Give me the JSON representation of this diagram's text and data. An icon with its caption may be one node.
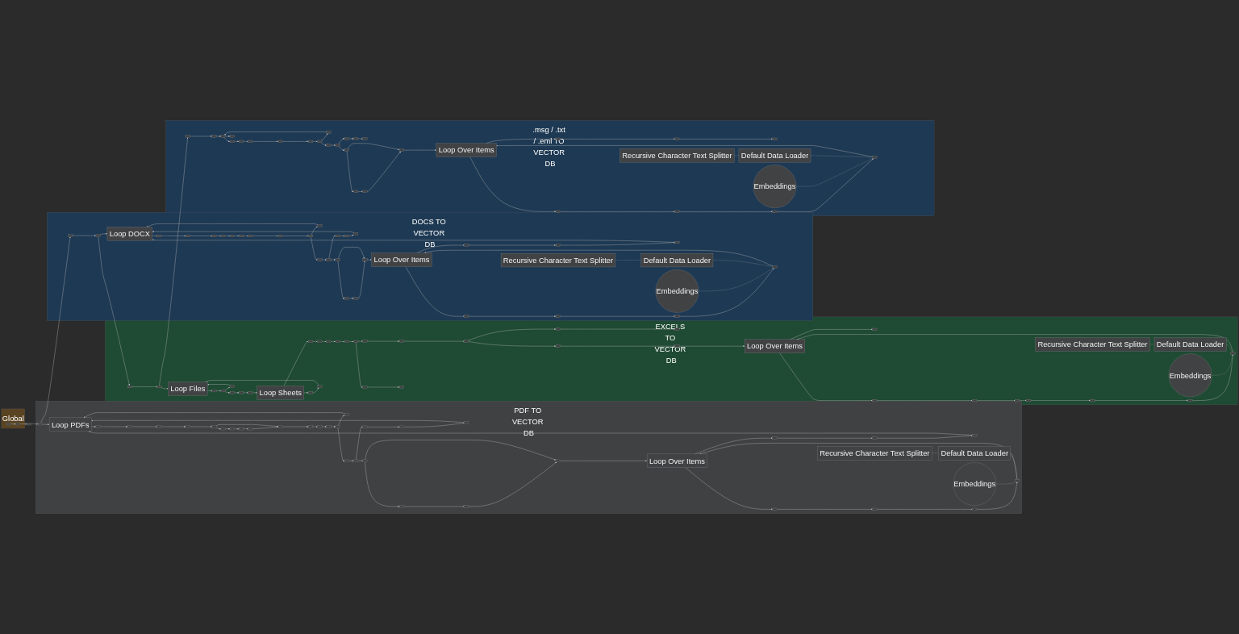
{
  "diagram": {
    "nodes": [
      {
        "text": [
          "Global"
        ]
      },
      {
        "text": [],
        "shape": "box",
        "in": 0
      },
      {
        "text": [],
        "shape": "box",
        "in": 0
      },
      {
        "text": [],
        "shape": "box"
      },
      {
        "text": [
          "PDF TO VECTOR DB"
        ]
      },
      {
        "text": [],
        "shape": "box",
        "in": 4
      },
      {
        "text": [
          "Loop PDFs"
        ],
        "in": 4
      },
      {
        "text": [],
        "shape": "box",
        "in": 4
      },
      {
        "text": [],
        "shape": "box",
        "in": 4
      },
      {
        "text": [],
        "shape": "box",
        "in": 4
      },
      {
        "text": [],
        "shape": "box",
        "in": 4
      },
      {
        "text": [],
        "shape": "box",
        "in": 4
      },
      {
        "text": [],
        "shape": "box",
        "in": 4
      },
      {
        "text": [],
        "shape": "box",
        "in": 4
      },
      {
        "text": [],
        "shape": "box",
        "in": 4
      },
      {
        "text": [],
        "shape": "box",
        "in": 4
      },
      {
        "text": [],
        "shape": "box",
        "in": 4
      },
      {
        "text": [],
        "shape": "box",
        "in": 4
      },
      {
        "text": [],
        "shape": "box",
        "in": 4
      },
      {
        "text": [],
        "shape": "box",
        "in": 4
      },
      {
        "text": [],
        "shape": "box",
        "in": 4
      },
      {
        "text": [],
        "shape": "box",
        "in": 4
      },
      {
        "text": [],
        "shape": "box",
        "in": 4
      },
      {
        "text": [],
        "shape": "box",
        "in": 4
      },
      {
        "text": [],
        "shape": "box",
        "in": 4
      },
      {
        "text": [],
        "shape": "box",
        "in": 4
      },
      {
        "text": [],
        "shape": "box",
        "in": 4
      },
      {
        "text": [],
        "shape": "box",
        "in": 4
      },
      {
        "text": [],
        "shape": "box",
        "in": 4
      },
      {
        "text": [],
        "shape": "box",
        "in": 4
      },
      {
        "text": [],
        "shape": "box",
        "in": 4
      },
      {
        "text": [
          "Loop Over Items"
        ],
        "in": 4
      },
      {
        "text": [],
        "shape": "box",
        "in": 4
      },
      {
        "text": [],
        "shape": "box",
        "in": 4
      },
      {
        "text": [],
        "shape": "box",
        "in": 4
      },
      {
        "text": [],
        "shape": "box",
        "in": 4
      },
      {
        "text": [],
        "shape": "box",
        "in": 4
      },
      {
        "text": [],
        "shape": "box",
        "in": 4
      },
      {
        "text": [],
        "shape": "box",
        "in": 4
      },
      {
        "text": [
          "Embeddings"
        ],
        "in": 4
      },
      {
        "text": [
          "Default Data Loader"
        ],
        "in": 4
      },
      {
        "text": [
          "Recursive Character Text Splitter"
        ],
        "in": 4
      },
      {
        "text": [
          "DOCS TO VECTOR DB"
        ]
      },
      {
        "text": [],
        "shape": "box",
        "in": 42
      },
      {
        "text": [],
        "shape": "box",
        "in": 42
      },
      {
        "text": [
          "Loop DOCX"
        ],
        "in": 42
      },
      {
        "text": [],
        "shape": "box",
        "in": 42
      },
      {
        "text": [],
        "shape": "box",
        "in": 42
      },
      {
        "text": [],
        "shape": "box",
        "in": 42
      },
      {
        "text": [],
        "shape": "box",
        "in": 42
      },
      {
        "text": [],
        "shape": "box",
        "in": 42
      },
      {
        "text": [],
        "shape": "box",
        "in": 42
      },
      {
        "text": [],
        "shape": "box",
        "in": 42
      },
      {
        "text": [],
        "shape": "box",
        "in": 42
      },
      {
        "text": [],
        "shape": "box",
        "in": 42
      },
      {
        "text": [],
        "shape": "box",
        "in": 42
      },
      {
        "text": [],
        "shape": "box",
        "in": 42
      },
      {
        "text": [],
        "shape": "box",
        "in": 42
      },
      {
        "text": [],
        "shape": "box",
        "in": 42
      },
      {
        "text": [],
        "shape": "box",
        "in": 42
      },
      {
        "text": [],
        "shape": "box",
        "in": 42
      },
      {
        "text": [],
        "shape": "box",
        "in": 42
      },
      {
        "text": [],
        "shape": "box",
        "in": 42
      },
      {
        "text": [],
        "shape": "box",
        "in": 42
      },
      {
        "text": [],
        "shape": "box",
        "in": 42
      },
      {
        "text": [
          "Loop Over Items"
        ],
        "in": 42
      },
      {
        "text": [],
        "shape": "box",
        "in": 42
      },
      {
        "text": [],
        "shape": "box",
        "in": 42
      },
      {
        "text": [],
        "shape": "box",
        "in": 42
      },
      {
        "text": [],
        "shape": "box",
        "in": 42
      },
      {
        "text": [],
        "shape": "box",
        "in": 42
      },
      {
        "text": [],
        "shape": "box",
        "in": 42
      },
      {
        "text": [],
        "shape": "box",
        "in": 42
      },
      {
        "text": [
          "Embeddings"
        ],
        "in": 42
      },
      {
        "text": [
          "Default Data Loader"
        ],
        "in": 42
      },
      {
        "text": [
          "Recursive Character Text Splitter"
        ],
        "in": 42
      },
      {
        "text": [
          "EXCELS TO VECTOR DB"
        ]
      },
      {
        "text": [],
        "shape": "box",
        "in": 76
      },
      {
        "text": [],
        "shape": "box",
        "in": 76
      },
      {
        "text": [
          "Loop Files"
        ],
        "in": 76
      },
      {
        "text": [],
        "shape": "box",
        "in": 76
      },
      {
        "text": [],
        "shape": "box",
        "in": 76
      },
      {
        "text": [],
        "shape": "box",
        "in": 76
      },
      {
        "text": [],
        "shape": "box",
        "in": 76
      },
      {
        "text": [],
        "shape": "box",
        "in": 76
      },
      {
        "text": [
          "Loop Sheets"
        ],
        "in": 76
      },
      {
        "text": [],
        "shape": "box",
        "in": 76
      },
      {
        "text": [],
        "shape": "box",
        "in": 76
      },
      {
        "text": [],
        "shape": "box",
        "in": 76
      },
      {
        "text": [],
        "shape": "box",
        "in": 76
      },
      {
        "text": [],
        "shape": "box",
        "in": 76
      },
      {
        "text": [],
        "shape": "box",
        "in": 76
      },
      {
        "text": [],
        "shape": "box",
        "in": 76
      },
      {
        "text": [],
        "shape": "box",
        "in": 76
      },
      {
        "text": [],
        "shape": "box",
        "in": 76
      },
      {
        "text": [],
        "shape": "box",
        "in": 76
      },
      {
        "text": [],
        "shape": "box",
        "in": 76
      },
      {
        "text": [],
        "shape": "box",
        "in": 76
      },
      {
        "text": [],
        "shape": "box",
        "in": 76
      },
      {
        "text": [],
        "shape": "box",
        "in": 76
      },
      {
        "text": [],
        "shape": "box",
        "in": 76
      },
      {
        "text": [
          "Loop Over Items"
        ],
        "in": 76
      },
      {
        "text": [],
        "shape": "box",
        "in": 76
      },
      {
        "text": [],
        "shape": "box",
        "in": 76
      },
      {
        "text": [],
        "shape": "box",
        "in": 76
      },
      {
        "text": [],
        "shape": "box",
        "in": 76
      },
      {
        "text": [],
        "shape": "box",
        "in": 76
      },
      {
        "text": [],
        "shape": "box",
        "in": 76
      },
      {
        "text": [],
        "shape": "box",
        "in": 76
      },
      {
        "text": [],
        "shape": "box",
        "in": 76
      },
      {
        "text": [
          "Embeddings"
        ],
        "in": 76
      },
      {
        "text": [
          "Default Data Loader"
        ],
        "in": 76
      },
      {
        "text": [
          "Recursive Character Text Splitter"
        ],
        "in": 76
      },
      {
        "text": [],
        "shape": "box",
        "in": 76
      },
      {
        "text": [],
        "shape": "box",
        "in": 76
      },
      {
        "text": [],
        "shape": "box",
        "in": 76
      },
      {
        "text": [
          ".msg / .txt / .eml TO VECTOR DB"
        ]
      },
      {
        "text": [],
        "shape": "box",
        "in": 116
      },
      {
        "text": [],
        "shape": "box",
        "in": 116
      },
      {
        "text": [],
        "shape": "box",
        "in": 116
      },
      {
        "text": [],
        "shape": "box",
        "in": 116
      },
      {
        "text": [],
        "shape": "box",
        "in": 116
      },
      {
        "text": [],
        "shape": "box",
        "in": 116
      },
      {
        "text": [],
        "shape": "box",
        "in": 116
      },
      {
        "text": [],
        "shape": "box",
        "in": 116
      },
      {
        "text": [],
        "shape": "box",
        "in": 116
      },
      {
        "text": [],
        "shape": "box",
        "in": 116
      },
      {
        "text": [],
        "shape": "box",
        "in": 116
      },
      {
        "text": [],
        "shape": "box",
        "in": 116
      },
      {
        "text": [],
        "shape": "box",
        "in": 116
      },
      {
        "text": [],
        "shape": "box",
        "in": 116
      },
      {
        "text": [],
        "shape": "box",
        "in": 116
      },
      {
        "text": [],
        "shape": "box",
        "in": 116
      },
      {
        "text": [],
        "shape": "box",
        "in": 116
      },
      {
        "text": [],
        "shape": "box",
        "in": 116
      },
      {
        "text": [],
        "shape": "box",
        "in": 116
      },
      {
        "text": [
          "Loop Over Items"
        ],
        "in": 116
      },
      {
        "text": [],
        "shape": "box",
        "in": 116
      },
      {
        "text": [],
        "shape": "box",
        "in": 116
      },
      {
        "text": [],
        "shape": "box",
        "in": 116
      },
      {
        "text": [],
        "shape": "box",
        "in": 116
      },
      {
        "text": [],
        "shape": "box",
        "in": 116
      },
      {
        "text": [],
        "shape": "box",
        "in": 116
      },
      {
        "text": [],
        "shape": "box",
        "in": 116
      },
      {
        "text": [
          "Embeddings"
        ],
        "in": 116
      },
      {
        "text": [
          "Default Data Loader"
        ],
        "in": 116
      },
      {
        "text": [
          "Recursive Character Text Splitter"
        ],
        "in": 116
      },
      {
        "text": [],
        "shape": "box",
        "in": 116
      }
    ],
    "edges": [
      {
        "from": 1,
        "to": 2,
        "arrow": "to"
      },
      {
        "from": 2,
        "to": 3,
        "arrow": "to"
      },
      {
        "from": 3,
        "to": 5,
        "arrow": "to"
      },
      {
        "from": 5,
        "to": 6,
        "arrow": "to"
      },
      {
        "from": 6,
        "to": 7,
        "arrow": "to"
      },
      {
        "from": 7,
        "to": 8,
        "arrow": "to"
      },
      {
        "from": 8,
        "to": 9,
        "arrow": "to"
      },
      {
        "from": 9,
        "to": 10,
        "arrow": "to"
      },
      {
        "from": 10,
        "to": 11,
        "arrow": "to"
      },
      {
        "from": 11,
        "to": 12,
        "arrow": "to"
      },
      {
        "from": 12,
        "to": 13,
        "arrow": "to"
      },
      {
        "from": 13,
        "to": 14,
        "arrow": "to"
      },
      {
        "from": 14,
        "to": 15,
        "arrow": "to"
      },
      {
        "from": 15,
        "to": 16,
        "arrow": "to"
      },
      {
        "from": 11,
        "to": 16,
        "arrow": "to"
      },
      {
        "from": 16,
        "to": 17,
        "arrow": "to"
      },
      {
        "from": 17,
        "to": 18,
        "arrow": "to"
      },
      {
        "from": 18,
        "to": 19,
        "arrow": "to"
      },
      {
        "from": 19,
        "to": 20,
        "arrow": "to"
      },
      {
        "from": 20,
        "to": 21,
        "arrow": "to"
      },
      {
        "from": 20,
        "to": 22,
        "arrow": "to"
      },
      {
        "from": 22,
        "to": 23,
        "arrow": "to"
      },
      {
        "from": 23,
        "to": 24,
        "arrow": "to"
      },
      {
        "from": 24,
        "to": 25,
        "arrow": "to"
      },
      {
        "from": 25,
        "to": 26,
        "arrow": "to"
      },
      {
        "from": 23,
        "to": 27,
        "arrow": "to"
      },
      {
        "from": 27,
        "to": 28,
        "arrow": "to"
      },
      {
        "from": 28,
        "to": 29,
        "arrow": "to"
      },
      {
        "from": 29,
        "to": 30,
        "arrow": "to"
      },
      {
        "from": 27,
        "to": 30,
        "arrow": "to"
      },
      {
        "from": 30,
        "to": 31,
        "arrow": "to"
      },
      {
        "from": 31,
        "to": 32,
        "arrow": "to"
      },
      {
        "from": 32,
        "to": 33,
        "arrow": "to"
      },
      {
        "from": 33,
        "to": 34,
        "arrow": "to"
      },
      {
        "from": 31,
        "to": 35,
        "arrow": "to"
      },
      {
        "from": 35,
        "to": 36,
        "arrow": "to"
      },
      {
        "from": 36,
        "to": 37,
        "arrow": "to"
      },
      {
        "from": 37,
        "to": 38,
        "arrow": "to"
      },
      {
        "from": 38,
        "to": 31,
        "arrow": "to"
      },
      {
        "from": 39,
        "to": 38,
        "arrow": "none",
        "style": "dashed"
      },
      {
        "from": 40,
        "to": 38,
        "arrow": "none",
        "style": "dashed"
      },
      {
        "from": 41,
        "to": 40,
        "arrow": "none",
        "style": "dashed"
      },
      {
        "from": 21,
        "to": 6,
        "arrow": "to"
      },
      {
        "from": 26,
        "to": 6,
        "arrow": "to"
      },
      {
        "from": 34,
        "to": 6,
        "arrow": "to"
      },
      {
        "from": 5,
        "to": 43,
        "arrow": "to"
      },
      {
        "from": 43,
        "to": 44,
        "arrow": "to"
      },
      {
        "from": 44,
        "to": 45,
        "arrow": "to"
      },
      {
        "from": 45,
        "to": 46,
        "arrow": "to"
      },
      {
        "from": 46,
        "to": 47,
        "arrow": "to"
      },
      {
        "from": 47,
        "to": 48,
        "arrow": "to"
      },
      {
        "from": 48,
        "to": 49,
        "arrow": "to"
      },
      {
        "from": 49,
        "to": 50,
        "arrow": "to"
      },
      {
        "from": 50,
        "to": 51,
        "arrow": "to"
      },
      {
        "from": 51,
        "to": 52,
        "arrow": "to"
      },
      {
        "from": 52,
        "to": 53,
        "arrow": "to"
      },
      {
        "from": 53,
        "to": 54,
        "arrow": "to"
      },
      {
        "from": 54,
        "to": 55,
        "arrow": "to"
      },
      {
        "from": 54,
        "to": 56,
        "arrow": "to"
      },
      {
        "from": 56,
        "to": 57,
        "arrow": "to"
      },
      {
        "from": 57,
        "to": 58,
        "arrow": "to"
      },
      {
        "from": 58,
        "to": 59,
        "arrow": "to"
      },
      {
        "from": 59,
        "to": 60,
        "arrow": "to"
      },
      {
        "from": 57,
        "to": 61,
        "arrow": "to"
      },
      {
        "from": 61,
        "to": 62,
        "arrow": "to"
      },
      {
        "from": 62,
        "to": 63,
        "arrow": "to"
      },
      {
        "from": 63,
        "to": 64,
        "arrow": "to"
      },
      {
        "from": 61,
        "to": 64,
        "arrow": "to"
      },
      {
        "from": 64,
        "to": 65,
        "arrow": "to"
      },
      {
        "from": 65,
        "to": 66,
        "arrow": "to"
      },
      {
        "from": 66,
        "to": 67,
        "arrow": "to"
      },
      {
        "from": 67,
        "to": 68,
        "arrow": "to"
      },
      {
        "from": 65,
        "to": 69,
        "arrow": "to"
      },
      {
        "from": 69,
        "to": 70,
        "arrow": "to"
      },
      {
        "from": 70,
        "to": 71,
        "arrow": "to"
      },
      {
        "from": 71,
        "to": 72,
        "arrow": "to"
      },
      {
        "from": 72,
        "to": 65,
        "arrow": "to"
      },
      {
        "from": 73,
        "to": 72,
        "arrow": "none",
        "style": "dashed"
      },
      {
        "from": 74,
        "to": 72,
        "arrow": "none",
        "style": "dashed"
      },
      {
        "from": 75,
        "to": 74,
        "arrow": "none",
        "style": "dashed"
      },
      {
        "from": 55,
        "to": 45,
        "arrow": "to"
      },
      {
        "from": 60,
        "to": 45,
        "arrow": "to"
      },
      {
        "from": 68,
        "to": 45,
        "arrow": "to"
      },
      {
        "from": 44,
        "to": 77,
        "arrow": "to"
      },
      {
        "from": 77,
        "to": 78,
        "arrow": "to"
      },
      {
        "from": 78,
        "to": 79,
        "arrow": "to"
      },
      {
        "from": 79,
        "to": 80,
        "arrow": "to"
      },
      {
        "from": 80,
        "to": 81,
        "arrow": "to"
      },
      {
        "from": 81,
        "to": 82,
        "arrow": "to"
      },
      {
        "from": 82,
        "to": 83,
        "arrow": "to"
      },
      {
        "from": 83,
        "to": 84,
        "arrow": "to"
      },
      {
        "from": 84,
        "to": 85,
        "arrow": "to"
      },
      {
        "from": 81,
        "to": 115,
        "arrow": "to"
      },
      {
        "from": 115,
        "to": 79,
        "arrow": "to"
      },
      {
        "from": 85,
        "to": 113,
        "arrow": "to"
      },
      {
        "from": 113,
        "to": 114,
        "arrow": "to"
      },
      {
        "from": 114,
        "to": 79,
        "arrow": "to"
      },
      {
        "from": 85,
        "to": 86,
        "arrow": "to"
      },
      {
        "from": 86,
        "to": 87,
        "arrow": "to"
      },
      {
        "from": 87,
        "to": 88,
        "arrow": "to"
      },
      {
        "from": 88,
        "to": 89,
        "arrow": "to"
      },
      {
        "from": 89,
        "to": 90,
        "arrow": "to"
      },
      {
        "from": 90,
        "to": 91,
        "arrow": "to"
      },
      {
        "from": 91,
        "to": 92,
        "arrow": "to"
      },
      {
        "from": 92,
        "to": 93,
        "arrow": "to"
      },
      {
        "from": 93,
        "to": 94,
        "arrow": "to"
      },
      {
        "from": 94,
        "to": 99,
        "arrow": "to"
      },
      {
        "from": 99,
        "to": 100,
        "arrow": "to"
      },
      {
        "from": 100,
        "to": 101,
        "arrow": "to"
      },
      {
        "from": 91,
        "to": 95,
        "arrow": "to"
      },
      {
        "from": 95,
        "to": 96,
        "arrow": "to"
      },
      {
        "from": 94,
        "to": 97,
        "arrow": "to"
      },
      {
        "from": 97,
        "to": 98,
        "arrow": "to"
      },
      {
        "from": 101,
        "to": 102,
        "arrow": "to"
      },
      {
        "from": 101,
        "to": 103,
        "arrow": "to"
      },
      {
        "from": 103,
        "to": 104,
        "arrow": "to"
      },
      {
        "from": 104,
        "to": 105,
        "arrow": "to"
      },
      {
        "from": 105,
        "to": 106,
        "arrow": "to"
      },
      {
        "from": 106,
        "to": 107,
        "arrow": "to"
      },
      {
        "from": 107,
        "to": 108,
        "arrow": "to"
      },
      {
        "from": 108,
        "to": 109,
        "arrow": "to"
      },
      {
        "from": 109,
        "to": 101,
        "arrow": "to"
      },
      {
        "from": 110,
        "to": 109,
        "arrow": "none",
        "style": "dashed"
      },
      {
        "from": 111,
        "to": 109,
        "arrow": "none",
        "style": "dashed"
      },
      {
        "from": 112,
        "to": 111,
        "arrow": "none",
        "style": "dashed"
      },
      {
        "from": 78,
        "to": 117,
        "arrow": "to"
      },
      {
        "from": 117,
        "to": 118,
        "arrow": "to"
      },
      {
        "from": 118,
        "to": 119,
        "arrow": "to"
      },
      {
        "from": 119,
        "to": 120,
        "arrow": "to"
      },
      {
        "from": 120,
        "to": 121,
        "arrow": "to"
      },
      {
        "from": 121,
        "to": 122,
        "arrow": "to"
      },
      {
        "from": 122,
        "to": 123,
        "arrow": "to"
      },
      {
        "from": 123,
        "to": 124,
        "arrow": "to"
      },
      {
        "from": 124,
        "to": 125,
        "arrow": "to"
      },
      {
        "from": 125,
        "to": 126,
        "arrow": "to"
      },
      {
        "from": 125,
        "to": 127,
        "arrow": "to"
      },
      {
        "from": 127,
        "to": 128,
        "arrow": "to"
      },
      {
        "from": 128,
        "to": 129,
        "arrow": "to"
      },
      {
        "from": 128,
        "to": 130,
        "arrow": "to"
      },
      {
        "from": 130,
        "to": 131,
        "arrow": "to"
      },
      {
        "from": 131,
        "to": 132,
        "arrow": "to"
      },
      {
        "from": 129,
        "to": 133,
        "arrow": "to"
      },
      {
        "from": 133,
        "to": 134,
        "arrow": "to"
      },
      {
        "from": 134,
        "to": 135,
        "arrow": "to"
      },
      {
        "from": 129,
        "to": 135,
        "arrow": "to"
      },
      {
        "from": 135,
        "to": 136,
        "arrow": "to"
      },
      {
        "from": 136,
        "to": 137,
        "arrow": "to"
      },
      {
        "from": 137,
        "to": 138,
        "arrow": "to"
      },
      {
        "from": 138,
        "to": 139,
        "arrow": "to"
      },
      {
        "from": 136,
        "to": 140,
        "arrow": "to"
      },
      {
        "from": 140,
        "to": 141,
        "arrow": "to"
      },
      {
        "from": 141,
        "to": 142,
        "arrow": "to"
      },
      {
        "from": 142,
        "to": 143,
        "arrow": "to"
      },
      {
        "from": 143,
        "to": 136,
        "arrow": "to"
      },
      {
        "from": 144,
        "to": 143,
        "arrow": "none",
        "style": "dashed"
      },
      {
        "from": 145,
        "to": 143,
        "arrow": "none",
        "style": "dashed"
      },
      {
        "from": 146,
        "to": 145,
        "arrow": "none",
        "style": "dashed"
      },
      {
        "from": 126,
        "to": 119,
        "arrow": "to"
      },
      {
        "from": 119,
        "to": 147,
        "arrow": "to"
      }
    ]
  }
}
